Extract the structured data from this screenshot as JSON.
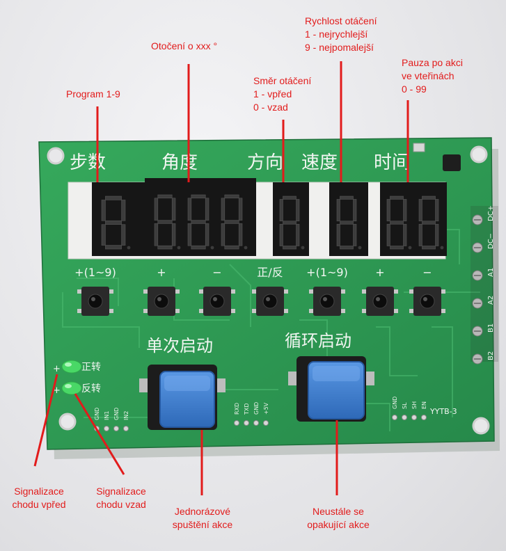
{
  "annotations": {
    "program": {
      "lines": [
        "Program 1-9"
      ]
    },
    "rotation": {
      "lines": [
        "Otočení o xxx °"
      ]
    },
    "direction": {
      "lines": [
        "Směr otáčení",
        "1 - vpřed",
        "0 - vzad"
      ]
    },
    "speed": {
      "lines": [
        "Rychlost otáčení",
        "1 - nejrychlejší",
        "9 - nejpomalejší"
      ]
    },
    "pause": {
      "lines": [
        "Pauza po akci",
        "ve vteřinách",
        "0 - 99"
      ]
    },
    "fwd_led": {
      "lines": [
        "Signalizace",
        "chodu vpřed"
      ]
    },
    "rev_led": {
      "lines": [
        "Signalizace",
        "chodu vzad"
      ]
    },
    "single_start": {
      "lines": [
        "Jednorázové",
        "spuštění akce"
      ]
    },
    "loop_start": {
      "lines": [
        "Neustále se",
        "opakující akce"
      ]
    }
  },
  "board": {
    "headings": {
      "steps": "步数",
      "angle": "角度",
      "direction": "方向",
      "speed": "速度",
      "time": "时间"
    },
    "button_labels": [
      "+(1~9)",
      "+",
      "−",
      "正/反",
      "+(1~9)",
      "+",
      "−"
    ],
    "big_button_labels": {
      "single": "单次启动",
      "loop": "循环启动"
    },
    "led_labels": {
      "fwd": "正转",
      "rev": "反转"
    },
    "led_markers": {
      "fwd": "+",
      "rev": "+"
    },
    "terminal_labels": [
      "DC+",
      "DC−",
      "A1",
      "A2",
      "B1",
      "B2"
    ],
    "header_left": [
      "GND",
      "IN1",
      "GND",
      "IN2"
    ],
    "header_mid": [
      "RXD",
      "TXD",
      "GND",
      "+5V"
    ],
    "header_right": [
      "GND",
      "SL",
      "SH",
      "EN"
    ],
    "model": "YYTB-3"
  },
  "colors": {
    "pcb": "#2f9e55",
    "pcb_dark": "#237d42",
    "annotation": "#e21b1b",
    "button_cap": "#3f7fd0",
    "led": "#4fe06a",
    "display_bg": "#161616",
    "segment_off": "#3c3c3c"
  }
}
